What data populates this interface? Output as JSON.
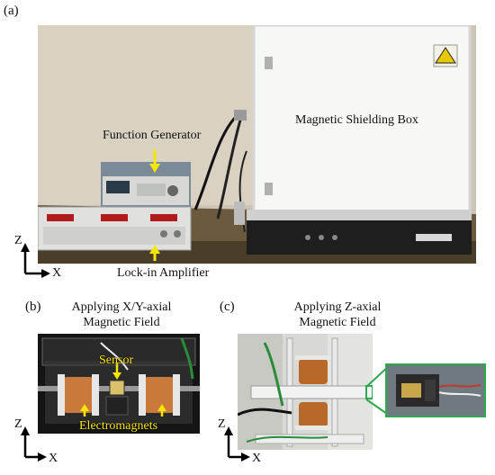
{
  "panels": {
    "a": {
      "label": "(a)"
    },
    "b": {
      "label": "(b)",
      "caption_line1": "Applying  X/Y-axial",
      "caption_line2": "Magnetic Field"
    },
    "c": {
      "label": "(c)",
      "caption_line1": "Applying  Z-axial",
      "caption_line2": "Magnetic Field"
    }
  },
  "photo_a": {
    "labels": {
      "function_generator": "Function Generator",
      "shielding_box": "Magnetic Shielding Box",
      "lockin": "Lock-in Amplifier"
    },
    "axes": {
      "z": "Z",
      "x": "X"
    }
  },
  "photo_b": {
    "labels": {
      "sensor": "Sensor",
      "electromagnets": "Electromagnets"
    },
    "axes": {
      "z": "Z",
      "x": "X"
    }
  },
  "photo_c": {
    "axes": {
      "z": "Z",
      "x": "X"
    }
  },
  "colors": {
    "annotation": "#f6e600",
    "zoom_box": "#2fa84f"
  }
}
